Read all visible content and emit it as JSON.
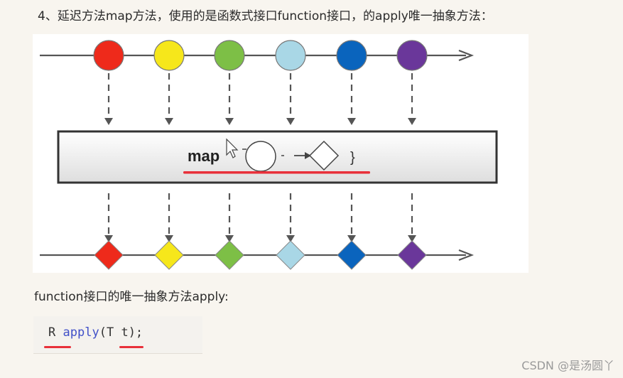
{
  "heading": "4、延迟方法map方法，使用的是函数式接口function接口，的apply唯一抽象方法：",
  "diagram": {
    "label": "map",
    "closing_brace": "}",
    "colors": [
      "#ee2a1b",
      "#f6e71b",
      "#7dbf46",
      "#a9d7e6",
      "#0a64bd",
      "#6a379a"
    ]
  },
  "subheading": "function接口的唯一抽象方法apply:",
  "code": {
    "return_type": "R",
    "method": "apply",
    "open_paren": "(",
    "param_type": "T",
    "param_name": "t",
    "close": ");"
  },
  "watermark": "CSDN @是汤圆丫"
}
